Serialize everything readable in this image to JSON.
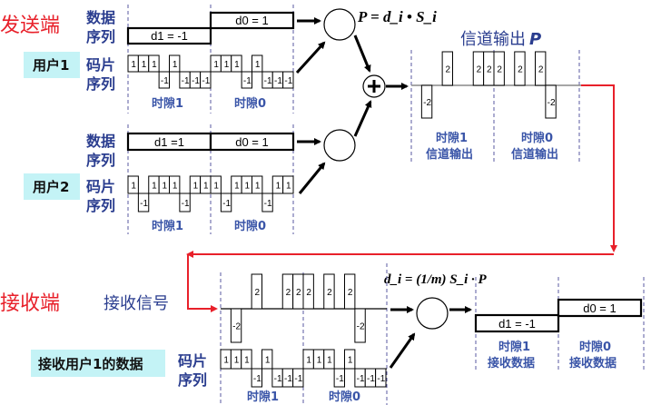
{
  "labels": {
    "sender": "发送端",
    "receiver": "接收端",
    "data_seq": [
      "数据",
      "序列"
    ],
    "chip_seq": [
      "码片",
      "序列"
    ],
    "user1": "用户1",
    "user2": "用户2",
    "channel_title": "信道输出",
    "channel_title_sym": "P",
    "received_signal": "接收信号",
    "recv_user1": "接收用户1的数据",
    "slot1": "时隙1",
    "slot0": "时隙0",
    "channel_out": "信道输出",
    "recv_data": "接收数据"
  },
  "formulas": {
    "encode": "P = d_i • S_i",
    "decode": "d_i = (1/m) S_i · P"
  },
  "colors": {
    "red": "#e8202a",
    "blue_text": "#2a3d8f",
    "slot_text": "#3a55a8",
    "badge": "#c4f3f6",
    "dash": "#5a5aa0"
  },
  "user1": {
    "data": [
      {
        "label": "d1 = -1",
        "value": -1
      },
      {
        "label": "d0 = 1",
        "value": 1
      }
    ],
    "chips": [
      1,
      1,
      1,
      -1,
      1,
      -1,
      -1,
      -1
    ]
  },
  "user2": {
    "data": [
      {
        "label": "d1 =1",
        "value": 1
      },
      {
        "label": "d0 = 1",
        "value": 1
      }
    ],
    "chips": [
      1,
      -1,
      1,
      1,
      1,
      -1,
      1,
      1
    ]
  },
  "channel": {
    "slot1": [
      0,
      -2,
      0,
      2,
      0,
      0,
      2,
      2
    ],
    "slot0": [
      2,
      0,
      2,
      0,
      2,
      -2,
      0,
      0
    ]
  },
  "received_data": [
    {
      "label": "d1 = -1",
      "value": -1
    },
    {
      "label": "d0 = 1",
      "value": 1
    }
  ]
}
